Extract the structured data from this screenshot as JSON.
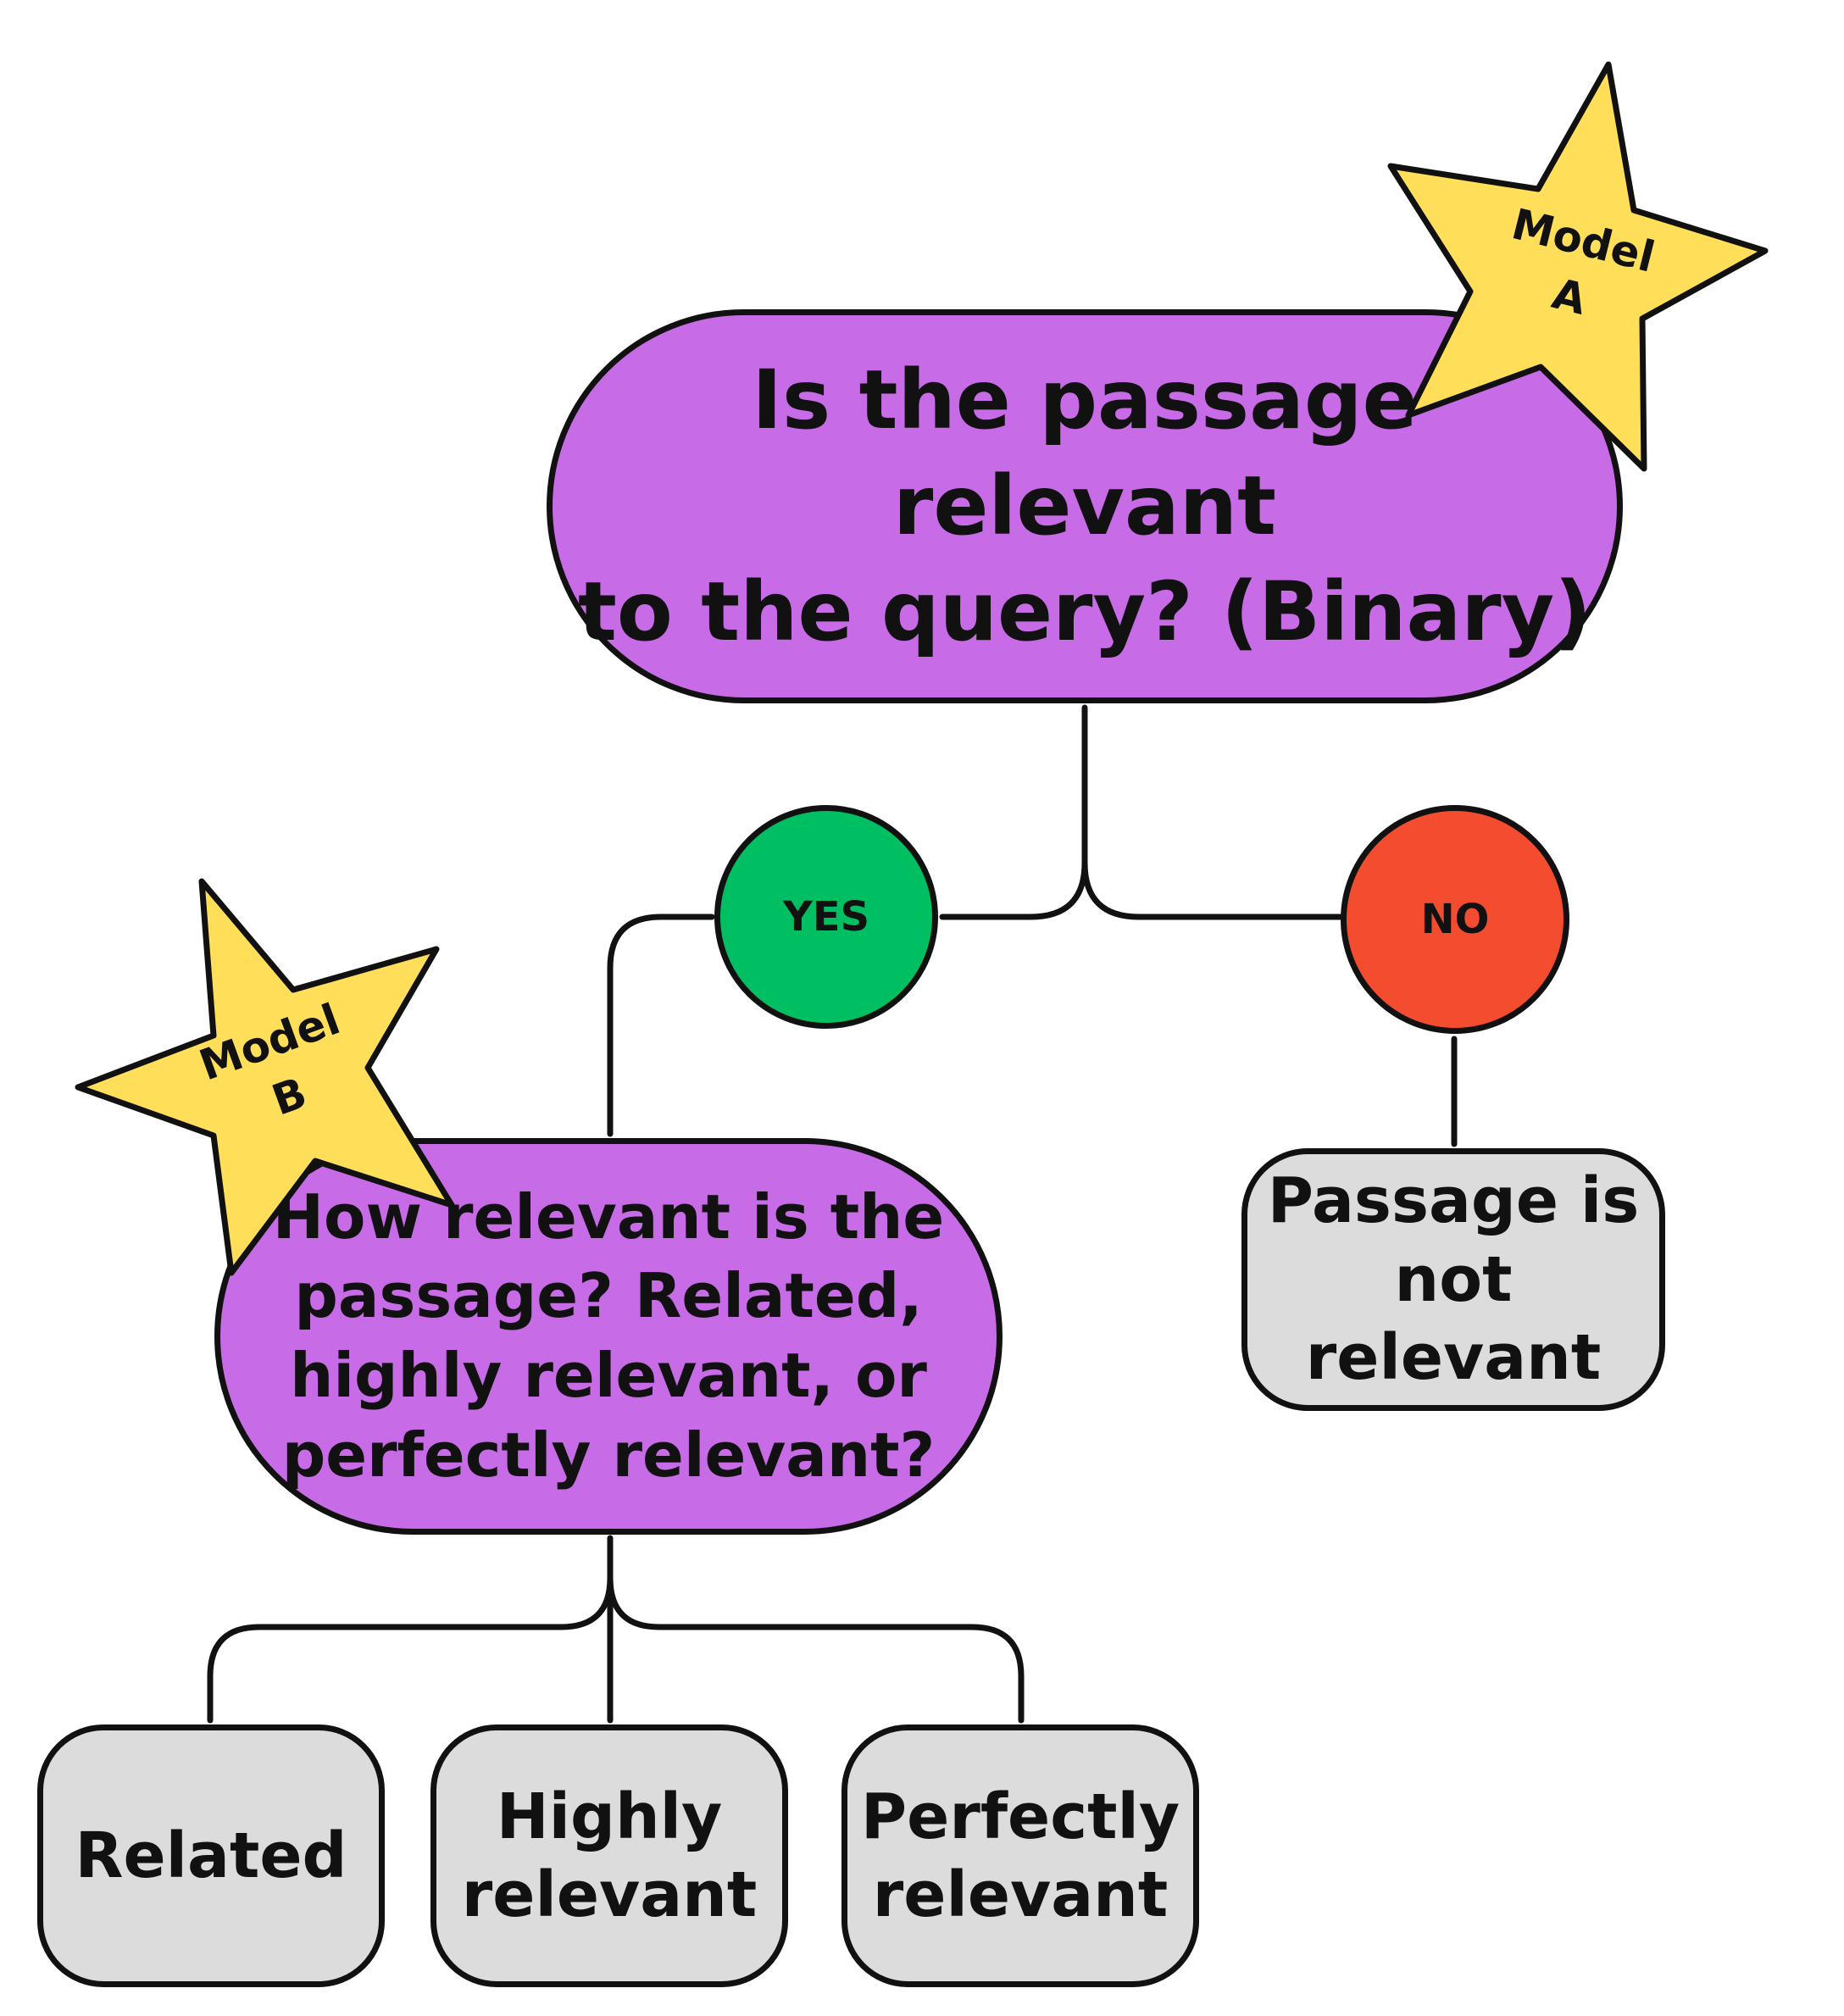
{
  "colors": {
    "question": "#c86be6",
    "leaf": "#dcdcdc",
    "yes": "#00bf63",
    "no": "#f44c2e",
    "star": "#ffde59",
    "stroke": "#111111"
  },
  "root": {
    "text": "Is the passage relevant\nto the query? (Binary)"
  },
  "yes": {
    "label": "YES"
  },
  "no": {
    "label": "NO"
  },
  "follow_up": {
    "text": "How relevant is the\npassage? Related,\nhighly relevant, or\nperfectly relevant?"
  },
  "not_relevant": {
    "text": "Passage is\nnot relevant"
  },
  "leaves": {
    "related": "Related",
    "highly": "Highly\nrelevant",
    "perfectly": "Perfectly\nrelevant"
  },
  "stars": {
    "model_a": {
      "label": "Model\nA",
      "icon": "star-icon"
    },
    "model_b": {
      "label": "Model\nB",
      "icon": "star-icon"
    }
  }
}
